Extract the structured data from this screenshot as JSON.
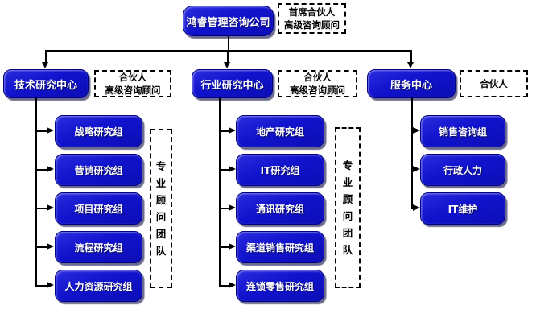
{
  "root": {
    "label": "鸿睿管理咨询公司",
    "advisor_lines": [
      "首席合伙人",
      "高级咨询顾问"
    ]
  },
  "branches": [
    {
      "label": "技术研究中心",
      "advisor_lines": [
        "合伙人",
        "高级咨询顾问"
      ],
      "children": [
        "战略研究组",
        "营销研究组",
        "项目研究组",
        "流程研究组",
        "人力资源研究组"
      ],
      "team_label": "专业顾问团队"
    },
    {
      "label": "行业研究中心",
      "advisor_lines": [
        "合伙人",
        "高级咨询顾问"
      ],
      "children": [
        "地产研究组",
        "IT研究组",
        "通讯研究组",
        "渠道销售研究组",
        "连锁零售研究组"
      ],
      "team_label": "专业顾问团队"
    },
    {
      "label": "服务中心",
      "advisor_lines": [
        "合伙人"
      ],
      "children": [
        "销售咨询组",
        "行政人力",
        "IT维护"
      ]
    }
  ],
  "colors": {
    "node_fill": "#1113cd",
    "node_border": "#000080",
    "node_text": "#ffffff",
    "line": "#000000",
    "dash": "#000000",
    "bg": "#ffffff"
  }
}
